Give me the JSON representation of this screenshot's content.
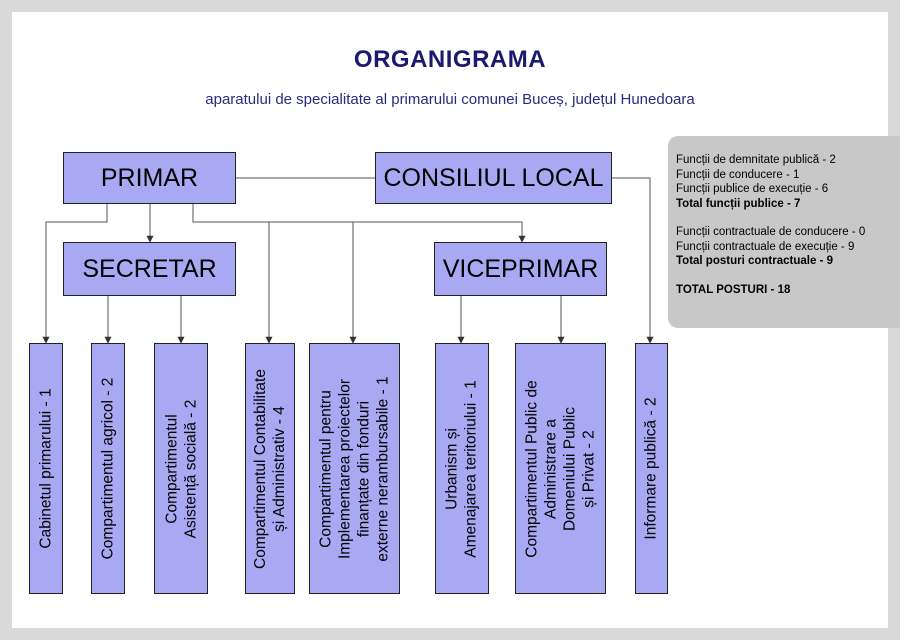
{
  "title": "ORGANIGRAMA",
  "subtitle": "aparatului de specialitate al primarului comunei Buceș, județul Hunedoara",
  "colors": {
    "box_fill": "#a9a8f3",
    "title": "#1a1a6e",
    "background": "#d9d9d9",
    "stats_panel": "#c8c8c8"
  },
  "nodes": {
    "primar": "PRIMAR",
    "consiliu": "CONSILIUL LOCAL",
    "secretar": "SECRETAR",
    "viceprimar": "VICEPRIMAR"
  },
  "departments": [
    {
      "lines": [
        "Cabinetul primarului - 1"
      ]
    },
    {
      "lines": [
        "Compartimentul agricol - 2"
      ]
    },
    {
      "lines": [
        "Compartimentul",
        "Asistență socială - 2"
      ]
    },
    {
      "lines": [
        "Compartimentul Contabilitate",
        "și Administrativ - 4"
      ]
    },
    {
      "lines": [
        "Compartimentul pentru",
        "Implementarea proiectelor",
        "finanțate din fonduri",
        "externe nerambursabile - 1"
      ]
    },
    {
      "lines": [
        "Urbanism și",
        "Amenajarea teritoriului - 1"
      ]
    },
    {
      "lines": [
        "Compartimentul Public de",
        "Administrare a",
        "Domeniului Public",
        "și Privat - 2"
      ]
    },
    {
      "lines": [
        "Informare publică - 2"
      ]
    }
  ],
  "stats": {
    "public_lines": [
      "Funcții de demnitate publică - 2",
      "Funcții de conducere - 1",
      "Funcții publice de execuție - 6"
    ],
    "public_total": "Total funcții publice - 7",
    "contract_lines": [
      "Funcții contractuale de conducere - 0",
      "Funcții contractuale de execuție - 9"
    ],
    "contract_total": "Total posturi contractuale - 9",
    "grand_total": "TOTAL POSTURI  - 18"
  }
}
